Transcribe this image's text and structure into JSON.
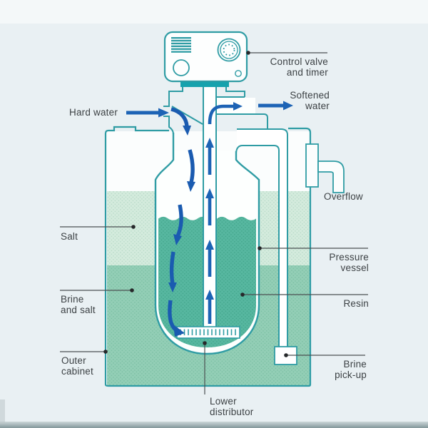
{
  "figure": "Water softener cutaway diagram",
  "labels": {
    "control_valve": {
      "line1": "Control valve",
      "line2": "and timer"
    },
    "softened_water": {
      "line1": "Softened",
      "line2": "water"
    },
    "hard_water": {
      "text": "Hard water"
    },
    "overflow": {
      "text": "Overflow"
    },
    "salt": {
      "text": "Salt"
    },
    "brine_and_salt": {
      "line1": "Brine",
      "line2": "and salt"
    },
    "pressure_vessel": {
      "line1": "Pressure",
      "line2": "vessel"
    },
    "resin": {
      "text": "Resin"
    },
    "outer_cabinet": {
      "line1": "Outer",
      "line2": "cabinet"
    },
    "brine_pickup": {
      "line1": "Brine",
      "line2": "pick-up"
    },
    "lower_distributor": {
      "line1": "Lower",
      "line2": "distributor"
    }
  },
  "colors": {
    "outline_teal": "#2f9ca4",
    "valve_base_teal": "#16a2ad",
    "arrow_blue": "#1d63b5",
    "salt_fill": "#d4ebdd",
    "brine_fill": "#93ceb6",
    "resin_fill": "#57b7a0",
    "background": "#e9f0f3",
    "label_text": "#3c4144",
    "leader_line": "#4b5052"
  }
}
